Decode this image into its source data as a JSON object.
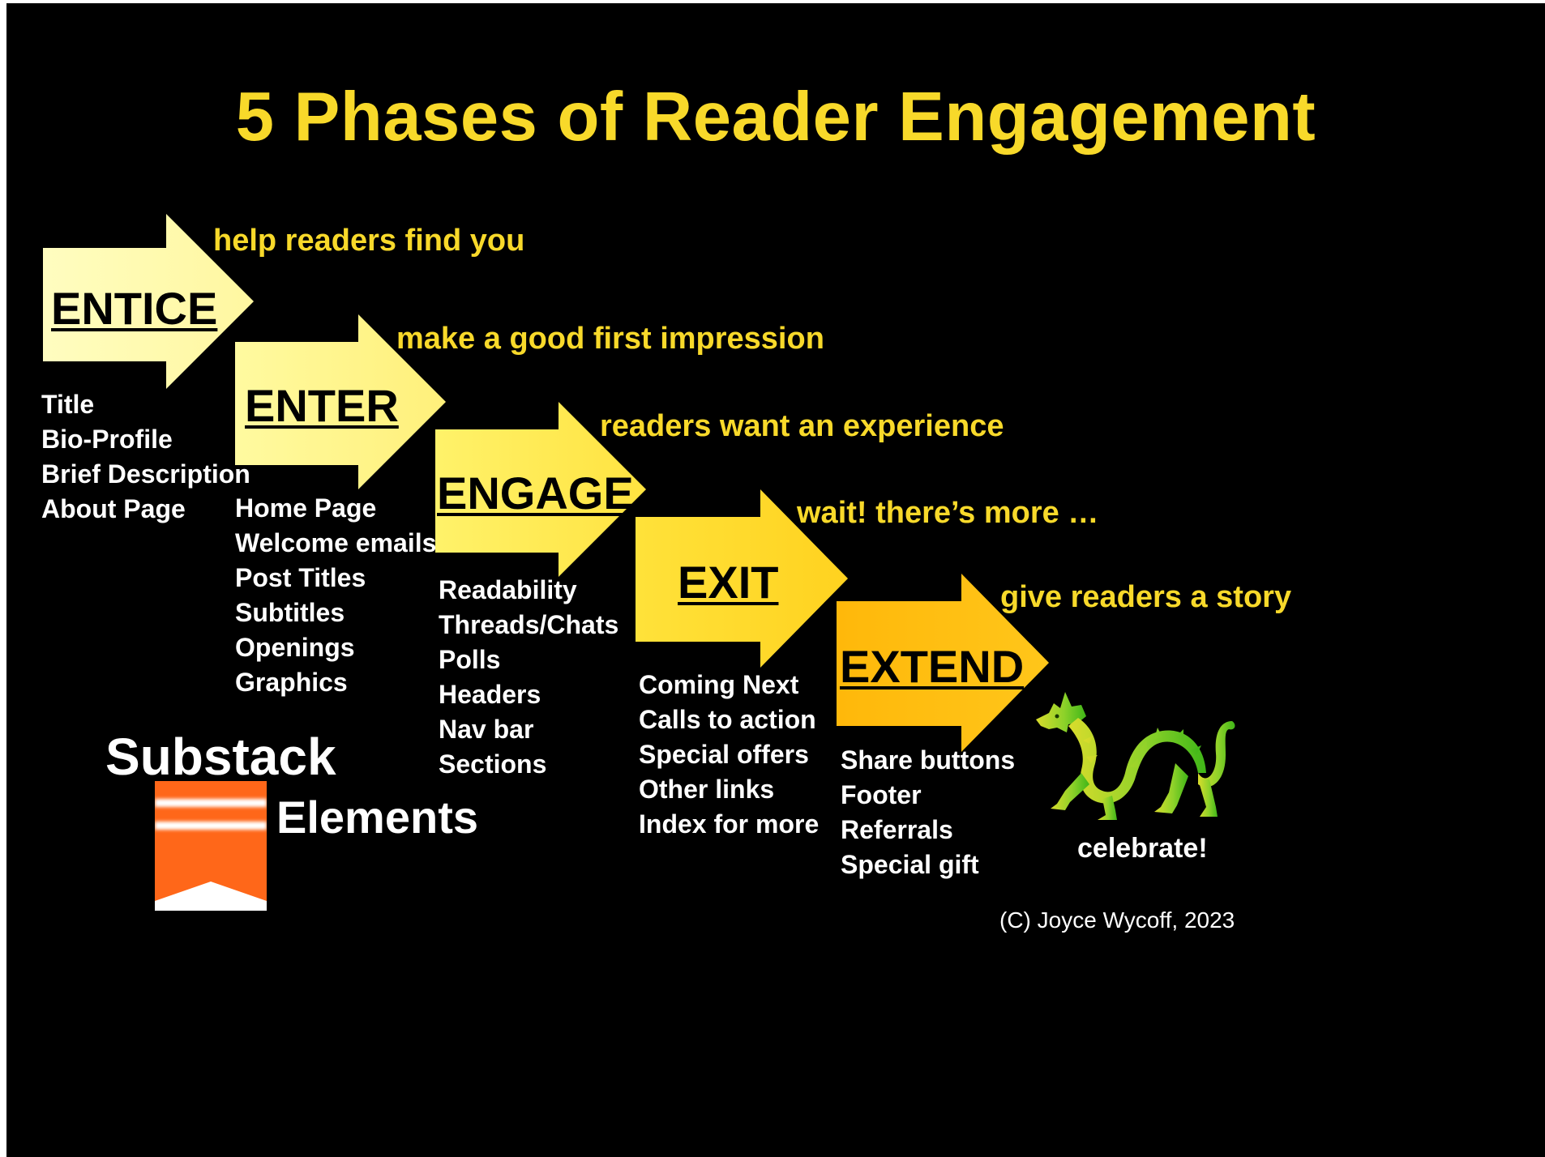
{
  "title": "5 Phases of Reader Engagement",
  "phases": [
    {
      "name": "ENTICE",
      "tagline": "help readers find you",
      "color": "#fffba6",
      "items": [
        "Title",
        "Bio-Profile",
        "Brief Description",
        "About Page"
      ]
    },
    {
      "name": "ENTER",
      "tagline": "make a good first impression",
      "color": "#fff58a",
      "items": [
        "Home Page",
        "Welcome emails",
        "Post Titles",
        "Subtitles",
        "Openings",
        "Graphics"
      ]
    },
    {
      "name": "ENGAGE",
      "tagline": "readers want an experience",
      "color": "#ffea52",
      "items": [
        "Readability",
        "Threads/Chats",
        "Polls",
        "Headers",
        "Nav bar",
        "Sections"
      ]
    },
    {
      "name": "EXIT",
      "tagline": "wait! there’s more …",
      "color": "#ffd92e",
      "items": [
        "Coming Next",
        "Calls to action",
        "Special offers",
        "Other links",
        "Index for more"
      ]
    },
    {
      "name": "EXTEND",
      "tagline": "give readers a story",
      "color": "#fdb813",
      "items": [
        "Share buttons",
        "Footer",
        "Referrals",
        "Special gift"
      ]
    }
  ],
  "brand": {
    "name": "Substack",
    "subtitle": "Elements",
    "logo_color": "#ff6719"
  },
  "celebration": {
    "icon": "dragon-icon",
    "label": "celebrate!"
  },
  "credit": "(C) Joyce Wycoff, 2023",
  "colors": {
    "background": "#000000",
    "accent": "#f8d92a",
    "text": "#ffffff"
  }
}
